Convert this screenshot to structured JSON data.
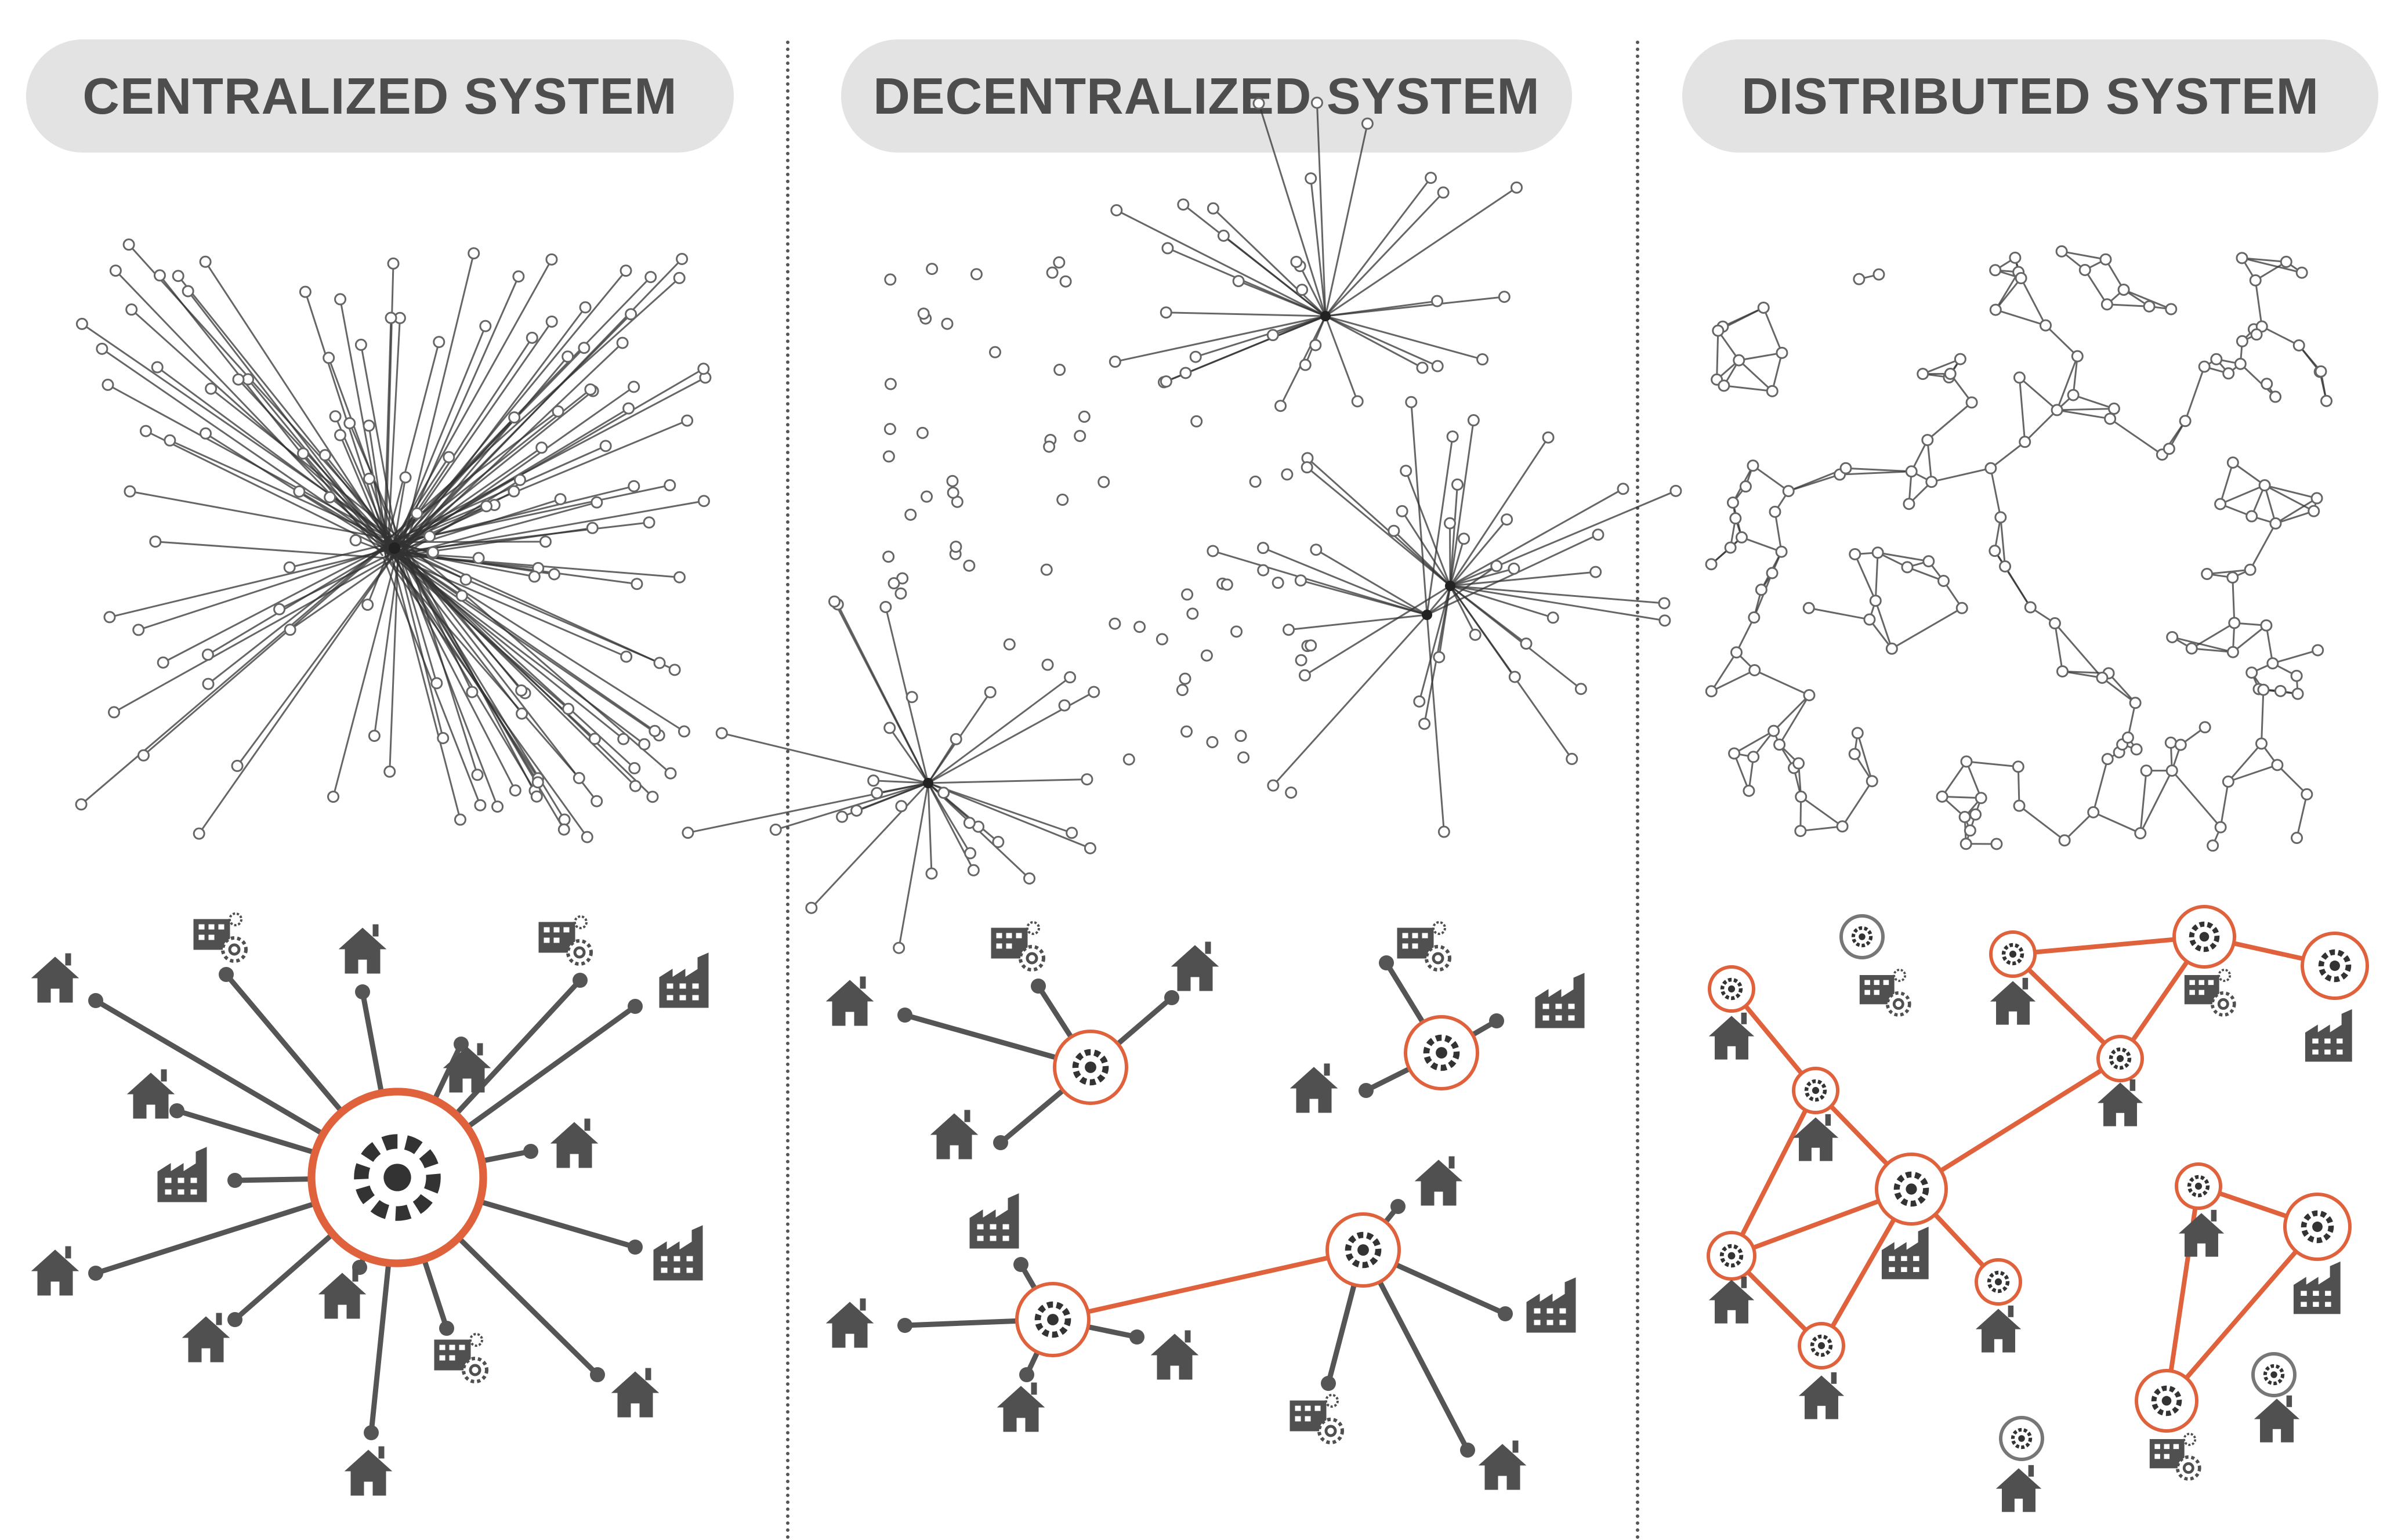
{
  "panels": {
    "centralized": {
      "title": "CENTRALIZED SYSTEM"
    },
    "decentralized": {
      "title": "DECENTRALIZED SYSTEM"
    },
    "distributed": {
      "title": "DISTRIBUTED SYSTEM"
    }
  },
  "colors": {
    "hub_ring": "#e0623c",
    "icon": "#505050",
    "edge": "#555555",
    "network_line": "#333333",
    "pill_bg": "#e3e3e3",
    "pill_text": "#4d4d4d"
  },
  "icons": [
    "house-icon",
    "factory-icon",
    "office-gear-icon",
    "hub-node-icon"
  ]
}
